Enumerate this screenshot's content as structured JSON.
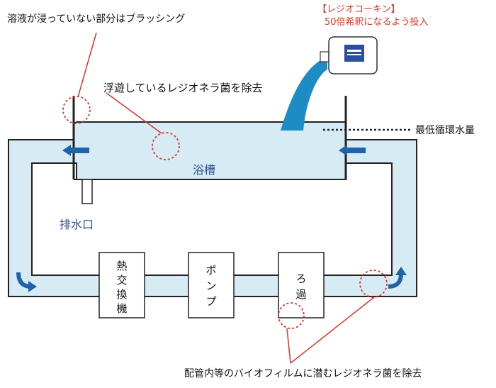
{
  "annotations": {
    "flushing": "溶液が浸っていない部分はブラッシング",
    "floating": "浮遊しているレジオネラ菌を除去",
    "product_name": "【レジオコーキン】",
    "product_dilution": "50倍希釈になるよう投入",
    "min_level": "最低循環水量",
    "biofilm": "配管内等のバイオフィルムに潜むレジオネラ菌を除去"
  },
  "labels": {
    "bath": "浴槽",
    "drain": "排水口",
    "heat_exchanger": [
      "熱",
      "交",
      "換",
      "機"
    ],
    "pump": [
      "ポ",
      "ン",
      "プ"
    ],
    "filter": [
      "ろ",
      "過"
    ]
  },
  "colors": {
    "water": "#d6ebf3",
    "arrow_blue": "#1f63a8",
    "label_blue": "#2c4f96",
    "red": "#d9332b",
    "pour": "#1d8bc4"
  }
}
